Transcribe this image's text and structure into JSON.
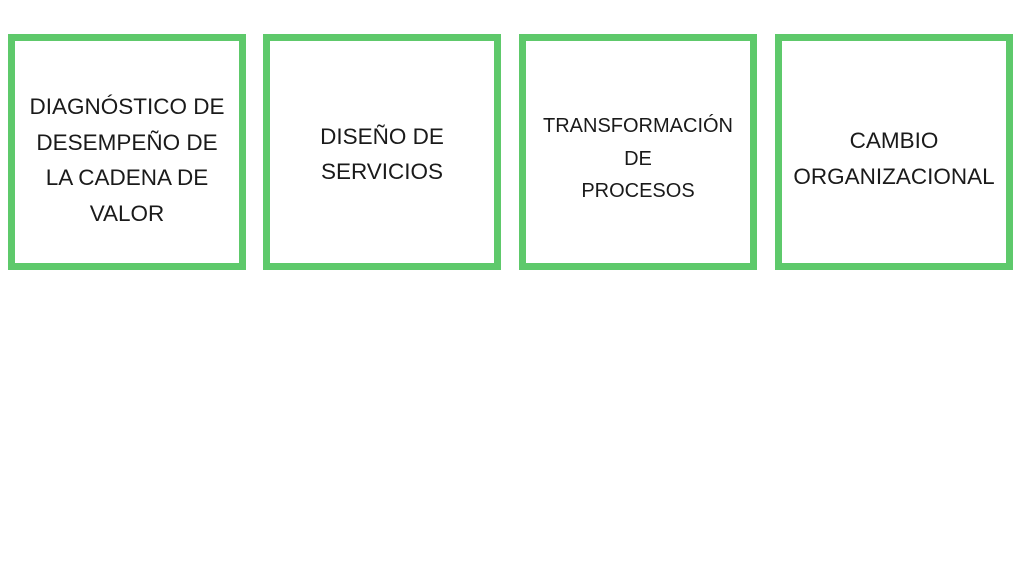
{
  "colors": {
    "box_border": "#5ec96b",
    "text": "#1a1a1a",
    "background": "#ffffff"
  },
  "boxes": [
    {
      "lines": [
        "DIAGNÓSTICO DE",
        "DESEMPEÑO DE",
        "LA CADENA DE",
        "VALOR"
      ]
    },
    {
      "lines": [
        "DISEÑO DE",
        "SERVICIOS"
      ]
    },
    {
      "lines": [
        "TRANSFORMACIÓN",
        "DE",
        "PROCESOS"
      ]
    },
    {
      "lines": [
        "CAMBIO",
        "ORGANIZACIONAL"
      ]
    }
  ]
}
